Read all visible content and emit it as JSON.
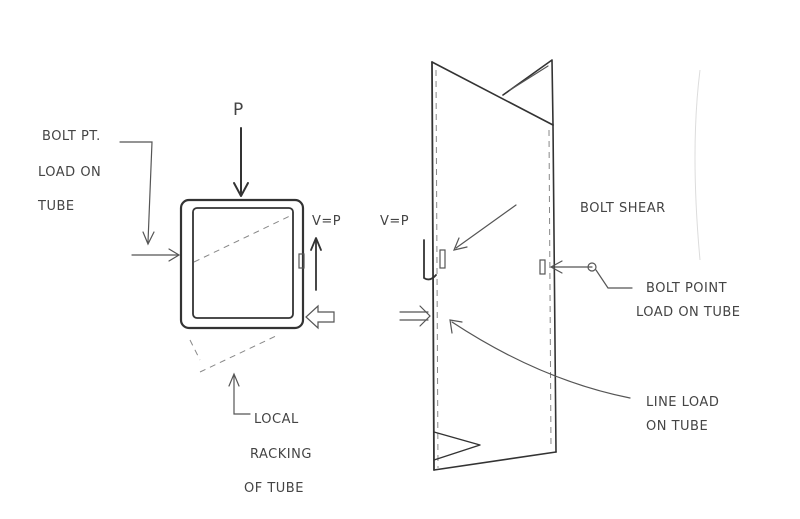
{
  "labels": {
    "p": "P",
    "bolt_pt_load": [
      "BOLT PT.",
      "LOAD ON",
      "TUBE"
    ],
    "v_eq_p_left": "V=P",
    "v_eq_p_right": "V=P",
    "local_racking": [
      "LOCAL",
      "RACKING",
      "OF TUBE"
    ],
    "bolt_shear": "BOLT SHEAR",
    "bolt_point_load": [
      "BOLT POINT",
      "LOAD ON TUBE"
    ],
    "line_load": [
      "LINE LOAD",
      "ON TUBE"
    ]
  },
  "colors": {
    "ink": "#333333",
    "pencil": "#555555",
    "faint": "#888888"
  }
}
